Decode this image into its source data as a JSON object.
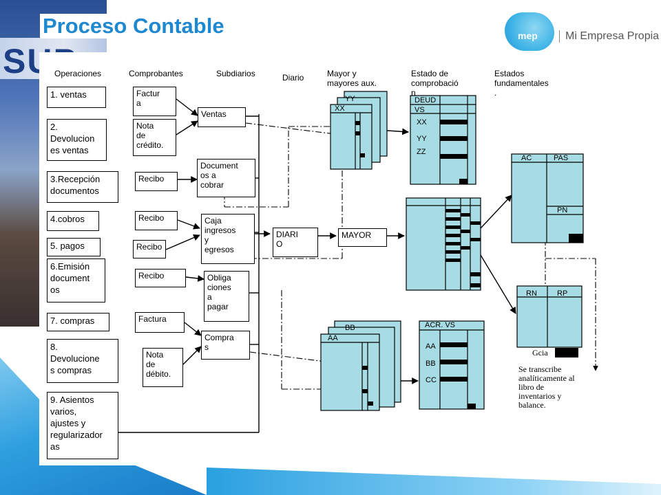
{
  "title": "Proceso Contable",
  "logo": {
    "badge": "mep",
    "name": "Mi Empresa Propia"
  },
  "colors": {
    "title": "#1e88d0",
    "ledger_fill": "#a7dce4",
    "ink": "#000000"
  },
  "headers": {
    "operaciones": "Operaciones",
    "comprobantes": "Comprobantes",
    "subdiarios": "Subdiarios",
    "diario": "Diario",
    "mayor": "Mayor y\nmayores aux.",
    "estado": "Estado de\ncomprobació\nn",
    "estados": "Estados\nfundamentales\n."
  },
  "operations": [
    "1. ventas",
    "2.\nDevolucion\nes ventas",
    "3.Recepción\ndocumentos",
    "4.cobros",
    "5. pagos",
    "6.Emisión\ndocument\nos",
    "7. compras",
    "8.\nDevolucione\ns compras",
    "9. Asientos\nvarios,\najustes y\nregularizador\nas"
  ],
  "vouchers": [
    "Factur\na",
    "Nota\nde\ncrédito.",
    "Recibo",
    "Recibo",
    "Recibo",
    "Recibo",
    "Factura",
    "Nota\nde\ndébito."
  ],
  "subdiaries": [
    "Ventas",
    "Document\nos a\ncobrar",
    "Caja\ningresos\ny\negresos",
    "Obliga\nciones\na\npagar",
    "Compra\ns"
  ],
  "journal": {
    "diario": "DIARI\nO",
    "mayor": "MAYOR"
  },
  "ledger_labels": {
    "top_back": "YY",
    "top_front": "XX",
    "bottom_back": "BB",
    "bottom_front": "AA"
  },
  "trial_top": {
    "header1": "DEUD",
    "header2": "VS",
    "rows": [
      "XX",
      "YY",
      "ZZ"
    ]
  },
  "trial_bottom": {
    "header": "ACR. VS",
    "rows": [
      "AA",
      "BB",
      "CC"
    ]
  },
  "balance": {
    "left": "AC",
    "right": "PAS",
    "pn": "PN"
  },
  "results": {
    "left": "RN",
    "right": "RP",
    "bottom": "Gcia"
  },
  "note": "Se transcribe\nanalíticamente al\nlibro de\ninventarios y\nbalance."
}
